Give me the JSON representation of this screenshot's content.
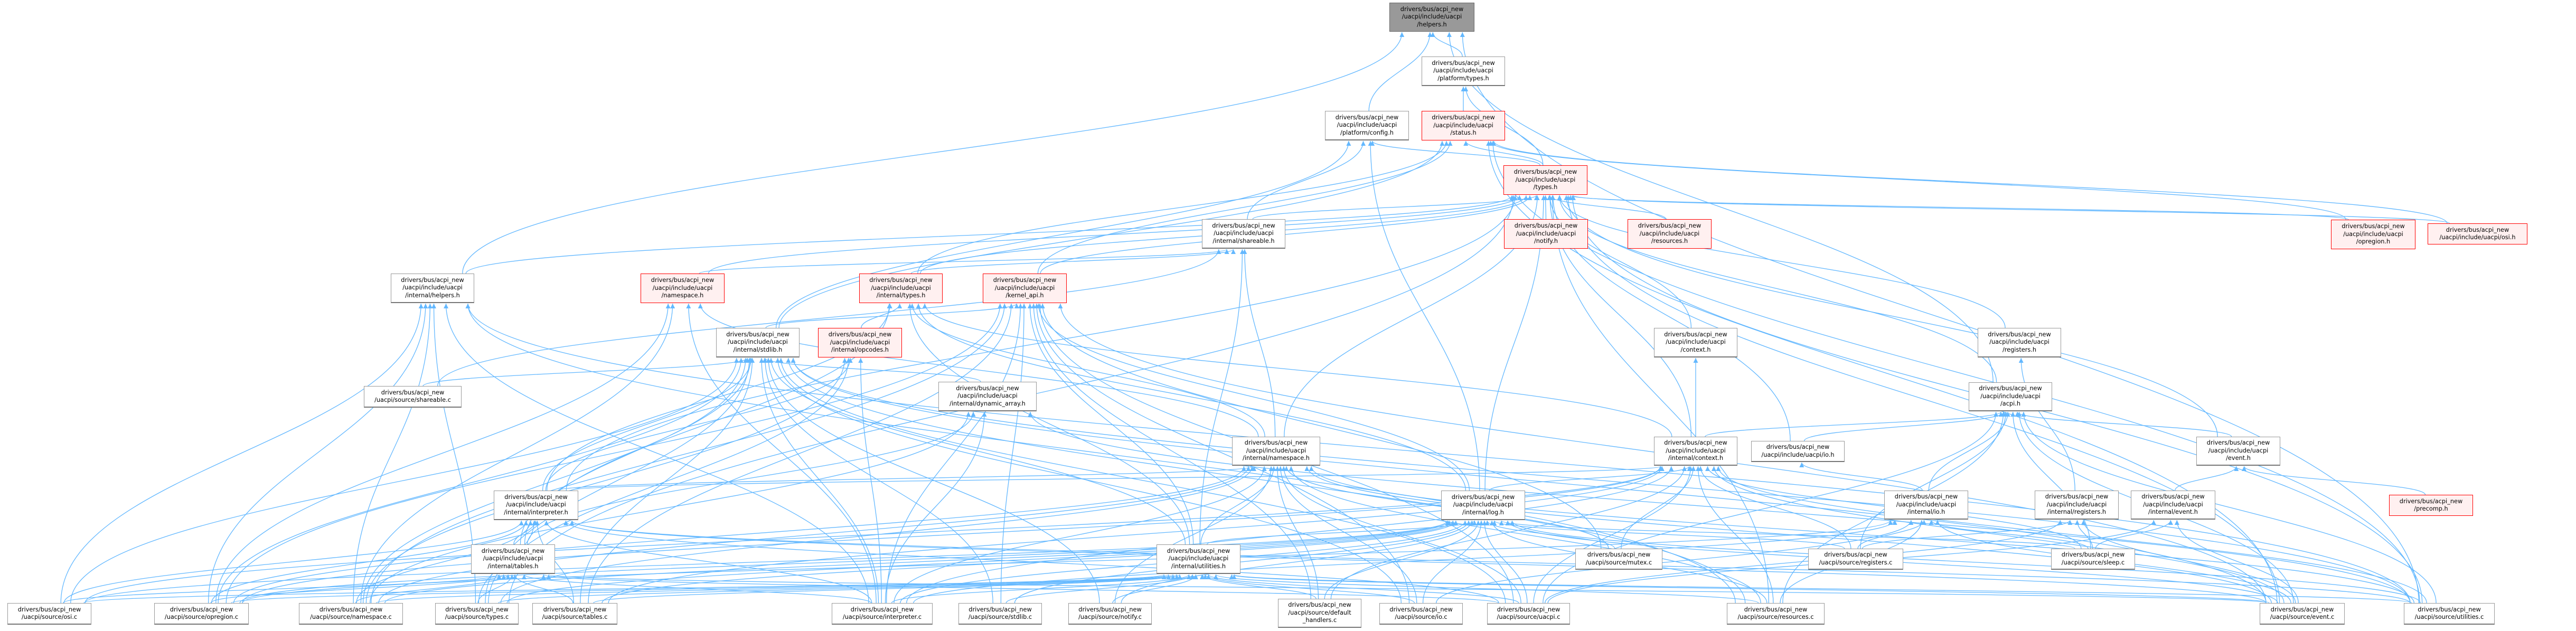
{
  "title": "drivers/bus/acpi_new/uacpi/include/uacpi/helpers.h",
  "colors": {
    "edge": "#63b8ff",
    "truncated_border": "#ff0000",
    "truncated_fill": "#fff0f0",
    "focus_fill": "#999999"
  },
  "nodes": [
    {
      "id": "h_helpers",
      "label": "drivers/bus/acpi_new\n/uacpi/include/uacpi\n/helpers.h",
      "kind": "focus"
    },
    {
      "id": "p_types",
      "label": "drivers/bus/acpi_new\n/uacpi/include/uacpi\n/platform/types.h",
      "kind": "normal"
    },
    {
      "id": "p_config",
      "label": "drivers/bus/acpi_new\n/uacpi/include/uacpi\n/platform/config.h",
      "kind": "normal"
    },
    {
      "id": "status",
      "label": "drivers/bus/acpi_new\n/uacpi/include/uacpi\n/status.h",
      "kind": "truncated"
    },
    {
      "id": "types",
      "label": "drivers/bus/acpi_new\n/uacpi/include/uacpi\n/types.h",
      "kind": "truncated"
    },
    {
      "id": "i_helpers",
      "label": "drivers/bus/acpi_new\n/uacpi/include/uacpi\n/internal/helpers.h",
      "kind": "normal"
    },
    {
      "id": "ns_h",
      "label": "drivers/bus/acpi_new\n/uacpi/include/uacpi\n/namespace.h",
      "kind": "truncated"
    },
    {
      "id": "i_types",
      "label": "drivers/bus/acpi_new\n/uacpi/include/uacpi\n/internal/types.h",
      "kind": "truncated"
    },
    {
      "id": "kernel",
      "label": "drivers/bus/acpi_new\n/uacpi/include/uacpi\n/kernel_api.h",
      "kind": "truncated"
    },
    {
      "id": "i_share",
      "label": "drivers/bus/acpi_new\n/uacpi/include/uacpi\n/internal/shareable.h",
      "kind": "normal"
    },
    {
      "id": "notify",
      "label": "drivers/bus/acpi_new\n/uacpi/include/uacpi\n/notify.h",
      "kind": "truncated"
    },
    {
      "id": "resources_h",
      "label": "drivers/bus/acpi_new\n/uacpi/include/uacpi\n/resources.h",
      "kind": "truncated"
    },
    {
      "id": "opregion_h",
      "label": "drivers/bus/acpi_new\n/uacpi/include/uacpi\n/opregion.h",
      "kind": "truncated"
    },
    {
      "id": "osi_h",
      "label": "drivers/bus/acpi_new\n/uacpi/include/uacpi/osi.h",
      "kind": "truncated"
    },
    {
      "id": "context_h",
      "label": "drivers/bus/acpi_new\n/uacpi/include/uacpi\n/context.h",
      "kind": "normal"
    },
    {
      "id": "registers_h",
      "label": "drivers/bus/acpi_new\n/uacpi/include/uacpi\n/registers.h",
      "kind": "normal"
    },
    {
      "id": "stdlib_h",
      "label": "drivers/bus/acpi_new\n/uacpi/include/uacpi\n/internal/stdlib.h",
      "kind": "normal"
    },
    {
      "id": "opcodes",
      "label": "drivers/bus/acpi_new\n/uacpi/include/uacpi\n/internal/opcodes.h",
      "kind": "truncated"
    },
    {
      "id": "dynarr",
      "label": "drivers/bus/acpi_new\n/uacpi/include/uacpi\n/internal/dynamic_array.h",
      "kind": "normal"
    },
    {
      "id": "acpi",
      "label": "drivers/bus/acpi_new\n/uacpi/include/uacpi\n/acpi.h",
      "kind": "normal"
    },
    {
      "id": "share_c",
      "label": "drivers/bus/acpi_new\n/uacpi/source/shareable.c",
      "kind": "normal"
    },
    {
      "id": "i_ns",
      "label": "drivers/bus/acpi_new\n/uacpi/include/uacpi\n/internal/namespace.h",
      "kind": "normal"
    },
    {
      "id": "i_ctx",
      "label": "drivers/bus/acpi_new\n/uacpi/include/uacpi\n/internal/context.h",
      "kind": "normal"
    },
    {
      "id": "io_h",
      "label": "drivers/bus/acpi_new\n/uacpi/include/uacpi/io.h",
      "kind": "normal"
    },
    {
      "id": "event_h",
      "label": "drivers/bus/acpi_new\n/uacpi/include/uacpi\n/event.h",
      "kind": "normal"
    },
    {
      "id": "interp_h",
      "label": "drivers/bus/acpi_new\n/uacpi/include/uacpi\n/internal/interpreter.h",
      "kind": "normal"
    },
    {
      "id": "log_h",
      "label": "drivers/bus/acpi_new\n/uacpi/include/uacpi\n/internal/log.h",
      "kind": "normal"
    },
    {
      "id": "i_io",
      "label": "drivers/bus/acpi_new\n/uacpi/include/uacpi\n/internal/io.h",
      "kind": "normal"
    },
    {
      "id": "i_regs",
      "label": "drivers/bus/acpi_new\n/uacpi/include/uacpi\n/internal/registers.h",
      "kind": "normal"
    },
    {
      "id": "i_event",
      "label": "drivers/bus/acpi_new\n/uacpi/include/uacpi\n/internal/event.h",
      "kind": "normal"
    },
    {
      "id": "precomp",
      "label": "drivers/bus/acpi_new\n/precomp.h",
      "kind": "truncated"
    },
    {
      "id": "tables_h",
      "label": "drivers/bus/acpi_new\n/uacpi/include/uacpi\n/internal/tables.h",
      "kind": "normal"
    },
    {
      "id": "util_h",
      "label": "drivers/bus/acpi_new\n/uacpi/include/uacpi\n/internal/utilities.h",
      "kind": "normal"
    },
    {
      "id": "mutex_c",
      "label": "drivers/bus/acpi_new\n/uacpi/source/mutex.c",
      "kind": "normal"
    },
    {
      "id": "regs_c",
      "label": "drivers/bus/acpi_new\n/uacpi/source/registers.c",
      "kind": "normal"
    },
    {
      "id": "sleep_c",
      "label": "drivers/bus/acpi_new\n/uacpi/source/sleep.c",
      "kind": "normal"
    },
    {
      "id": "osi_c",
      "label": "drivers/bus/acpi_new\n/uacpi/source/osi.c",
      "kind": "normal"
    },
    {
      "id": "opregion_c",
      "label": "drivers/bus/acpi_new\n/uacpi/source/opregion.c",
      "kind": "normal"
    },
    {
      "id": "ns_c",
      "label": "drivers/bus/acpi_new\n/uacpi/source/namespace.c",
      "kind": "normal"
    },
    {
      "id": "types_c",
      "label": "drivers/bus/acpi_new\n/uacpi/source/types.c",
      "kind": "normal"
    },
    {
      "id": "tables_c",
      "label": "drivers/bus/acpi_new\n/uacpi/source/tables.c",
      "kind": "normal"
    },
    {
      "id": "interp_c",
      "label": "drivers/bus/acpi_new\n/uacpi/source/interpreter.c",
      "kind": "normal"
    },
    {
      "id": "stdlib_c",
      "label": "drivers/bus/acpi_new\n/uacpi/source/stdlib.c",
      "kind": "normal"
    },
    {
      "id": "notify_c",
      "label": "drivers/bus/acpi_new\n/uacpi/source/notify.c",
      "kind": "normal"
    },
    {
      "id": "defh_c",
      "label": "drivers/bus/acpi_new\n/uacpi/source/default\n_handlers.c",
      "kind": "normal"
    },
    {
      "id": "io_c",
      "label": "drivers/bus/acpi_new\n/uacpi/source/io.c",
      "kind": "normal"
    },
    {
      "id": "uacpi_c",
      "label": "drivers/bus/acpi_new\n/uacpi/source/uacpi.c",
      "kind": "normal"
    },
    {
      "id": "resources_c",
      "label": "drivers/bus/acpi_new\n/uacpi/source/resources.c",
      "kind": "normal"
    },
    {
      "id": "event_c",
      "label": "drivers/bus/acpi_new\n/uacpi/source/event.c",
      "kind": "normal"
    },
    {
      "id": "util_c",
      "label": "drivers/bus/acpi_new\n/uacpi/source/utilities.c",
      "kind": "normal"
    }
  ],
  "edges": [
    [
      "p_types",
      "h_helpers"
    ],
    [
      "p_config",
      "h_helpers"
    ],
    [
      "i_helpers",
      "h_helpers"
    ],
    [
      "acpi",
      "h_helpers"
    ],
    [
      "util_c",
      "h_helpers"
    ],
    [
      "status",
      "p_types"
    ],
    [
      "types",
      "p_types"
    ],
    [
      "types",
      "status"
    ],
    [
      "types",
      "p_config"
    ],
    [
      "notify",
      "types"
    ],
    [
      "resources_h",
      "types"
    ],
    [
      "opregion_h",
      "types"
    ],
    [
      "osi_h",
      "types"
    ],
    [
      "opregion_h",
      "status"
    ],
    [
      "osi_h",
      "status"
    ],
    [
      "context_h",
      "types"
    ],
    [
      "registers_h",
      "types"
    ],
    [
      "i_share",
      "types"
    ],
    [
      "kernel",
      "types"
    ],
    [
      "kernel",
      "status"
    ],
    [
      "i_types",
      "types"
    ],
    [
      "i_types",
      "status"
    ],
    [
      "ns_h",
      "types"
    ],
    [
      "acpi",
      "types"
    ],
    [
      "event_h",
      "types"
    ],
    [
      "io_h",
      "types"
    ],
    [
      "i_ctx",
      "types"
    ],
    [
      "i_ns",
      "types"
    ],
    [
      "log_h",
      "types"
    ],
    [
      "stdlib_h",
      "p_config"
    ],
    [
      "stdlib_h",
      "status"
    ],
    [
      "i_share",
      "p_config"
    ],
    [
      "log_h",
      "p_config"
    ],
    [
      "interp_h",
      "types"
    ],
    [
      "i_helpers",
      "types"
    ],
    [
      "util_c",
      "types"
    ],
    [
      "resources_c",
      "types"
    ],
    [
      "event_c",
      "types"
    ],
    [
      "types_c",
      "types"
    ],
    [
      "util_c",
      "status"
    ],
    [
      "event_c",
      "status"
    ],
    [
      "i_types",
      "i_share"
    ],
    [
      "ns_h",
      "i_share"
    ],
    [
      "share_c",
      "i_share"
    ],
    [
      "i_ns",
      "i_share"
    ],
    [
      "util_h",
      "i_share"
    ],
    [
      "stdlib_h",
      "kernel"
    ],
    [
      "log_h",
      "kernel"
    ],
    [
      "io_c",
      "kernel"
    ],
    [
      "defh_c",
      "kernel"
    ],
    [
      "mutex_c",
      "kernel"
    ],
    [
      "util_h",
      "kernel"
    ],
    [
      "ns_c",
      "kernel"
    ],
    [
      "opregion_c",
      "kernel"
    ],
    [
      "interp_c",
      "kernel"
    ],
    [
      "stdlib_c",
      "kernel"
    ],
    [
      "uacpi_c",
      "kernel"
    ],
    [
      "event_c",
      "kernel"
    ],
    [
      "tables_c",
      "kernel"
    ],
    [
      "i_ns",
      "i_types"
    ],
    [
      "interp_h",
      "i_types"
    ],
    [
      "opcodes",
      "i_types"
    ],
    [
      "util_h",
      "i_types"
    ],
    [
      "i_ctx",
      "i_types"
    ],
    [
      "tables_h",
      "i_types"
    ],
    [
      "log_h",
      "i_types"
    ],
    [
      "types_c",
      "i_helpers"
    ],
    [
      "opregion_c",
      "i_helpers"
    ],
    [
      "interp_c",
      "i_helpers"
    ],
    [
      "ns_c",
      "i_helpers"
    ],
    [
      "osi_c",
      "i_helpers"
    ],
    [
      "util_c",
      "i_helpers"
    ],
    [
      "resources_c",
      "i_helpers"
    ],
    [
      "i_ns",
      "ns_h"
    ],
    [
      "ns_c",
      "ns_h"
    ],
    [
      "interp_c",
      "ns_h"
    ],
    [
      "opregion_c",
      "ns_h"
    ],
    [
      "osi_c",
      "stdlib_h"
    ],
    [
      "opregion_c",
      "stdlib_h"
    ],
    [
      "ns_c",
      "stdlib_h"
    ],
    [
      "types_c",
      "stdlib_h"
    ],
    [
      "tables_c",
      "stdlib_h"
    ],
    [
      "interp_c",
      "stdlib_h"
    ],
    [
      "stdlib_c",
      "stdlib_h"
    ],
    [
      "notify_c",
      "stdlib_h"
    ],
    [
      "uacpi_c",
      "stdlib_h"
    ],
    [
      "io_c",
      "stdlib_h"
    ],
    [
      "util_h",
      "stdlib_h"
    ],
    [
      "dynarr",
      "stdlib_h"
    ],
    [
      "interp_h",
      "stdlib_h"
    ],
    [
      "share_c",
      "stdlib_h"
    ],
    [
      "tables_h",
      "stdlib_h"
    ],
    [
      "resources_c",
      "stdlib_h"
    ],
    [
      "event_c",
      "stdlib_h"
    ],
    [
      "util_c",
      "stdlib_h"
    ],
    [
      "interp_c",
      "opcodes"
    ],
    [
      "ns_c",
      "opcodes"
    ],
    [
      "types_c",
      "opcodes"
    ],
    [
      "interp_h",
      "opcodes"
    ],
    [
      "interp_c",
      "dynarr"
    ],
    [
      "tables_h",
      "dynarr"
    ],
    [
      "ns_c",
      "dynarr"
    ],
    [
      "util_c",
      "dynarr"
    ],
    [
      "opregion_c",
      "i_ns"
    ],
    [
      "ns_c",
      "i_ns"
    ],
    [
      "types_c",
      "i_ns"
    ],
    [
      "interp_c",
      "i_ns"
    ],
    [
      "notify_c",
      "i_ns"
    ],
    [
      "defh_c",
      "i_ns"
    ],
    [
      "io_c",
      "i_ns"
    ],
    [
      "uacpi_c",
      "i_ns"
    ],
    [
      "event_c",
      "i_ns"
    ],
    [
      "resources_c",
      "i_ns"
    ],
    [
      "util_c",
      "i_ns"
    ],
    [
      "interp_h",
      "i_ns"
    ],
    [
      "util_h",
      "i_ns"
    ],
    [
      "mutex_c",
      "i_ns"
    ],
    [
      "interp_h",
      "i_ctx"
    ],
    [
      "log_h",
      "i_ctx"
    ],
    [
      "opregion_c",
      "i_ctx"
    ],
    [
      "interp_c",
      "i_ctx"
    ],
    [
      "uacpi_c",
      "i_ctx"
    ],
    [
      "event_c",
      "i_ctx"
    ],
    [
      "sleep_c",
      "i_ctx"
    ],
    [
      "regs_c",
      "i_ctx"
    ],
    [
      "util_c",
      "i_ctx"
    ],
    [
      "resources_c",
      "i_ctx"
    ],
    [
      "mutex_c",
      "i_ctx"
    ],
    [
      "tables_c",
      "i_ctx"
    ],
    [
      "osi_c",
      "i_ctx"
    ],
    [
      "defh_c",
      "i_ctx"
    ],
    [
      "i_ctx",
      "context_h"
    ],
    [
      "i_ctx",
      "acpi"
    ],
    [
      "io_h",
      "acpi"
    ],
    [
      "event_h",
      "acpi"
    ],
    [
      "i_io",
      "acpi"
    ],
    [
      "regs_c",
      "acpi"
    ],
    [
      "sleep_c",
      "acpi"
    ],
    [
      "event_c",
      "acpi"
    ],
    [
      "util_c",
      "acpi"
    ],
    [
      "resources_c",
      "acpi"
    ],
    [
      "uacpi_c",
      "acpi"
    ],
    [
      "i_regs",
      "registers_h"
    ],
    [
      "i_io",
      "io_h"
    ],
    [
      "i_event",
      "event_h"
    ],
    [
      "precomp",
      "event_h"
    ],
    [
      "tables_h",
      "interp_h"
    ],
    [
      "interp_c",
      "interp_h"
    ],
    [
      "ns_c",
      "interp_h"
    ],
    [
      "opregion_c",
      "interp_h"
    ],
    [
      "uacpi_c",
      "interp_h"
    ],
    [
      "event_c",
      "interp_h"
    ],
    [
      "types_c",
      "interp_h"
    ],
    [
      "tables_c",
      "interp_h"
    ],
    [
      "osi_c",
      "interp_h"
    ],
    [
      "util_c",
      "interp_h"
    ],
    [
      "osi_c",
      "log_h"
    ],
    [
      "opregion_c",
      "log_h"
    ],
    [
      "ns_c",
      "log_h"
    ],
    [
      "types_c",
      "log_h"
    ],
    [
      "tables_c",
      "log_h"
    ],
    [
      "interp_c",
      "log_h"
    ],
    [
      "stdlib_c",
      "log_h"
    ],
    [
      "notify_c",
      "log_h"
    ],
    [
      "defh_c",
      "log_h"
    ],
    [
      "io_c",
      "log_h"
    ],
    [
      "uacpi_c",
      "log_h"
    ],
    [
      "mutex_c",
      "log_h"
    ],
    [
      "regs_c",
      "log_h"
    ],
    [
      "sleep_c",
      "log_h"
    ],
    [
      "resources_c",
      "log_h"
    ],
    [
      "event_c",
      "log_h"
    ],
    [
      "util_c",
      "log_h"
    ],
    [
      "util_h",
      "log_h"
    ],
    [
      "regs_c",
      "i_io"
    ],
    [
      "sleep_c",
      "i_io"
    ],
    [
      "io_c",
      "i_io"
    ],
    [
      "resources_c",
      "i_io"
    ],
    [
      "opregion_c",
      "i_io"
    ],
    [
      "event_c",
      "i_io"
    ],
    [
      "interp_c",
      "i_io"
    ],
    [
      "regs_c",
      "i_regs"
    ],
    [
      "sleep_c",
      "i_regs"
    ],
    [
      "event_c",
      "i_regs"
    ],
    [
      "uacpi_c",
      "i_regs"
    ],
    [
      "sleep_c",
      "i_event"
    ],
    [
      "event_c",
      "i_event"
    ],
    [
      "uacpi_c",
      "i_event"
    ],
    [
      "tables_c",
      "tables_h"
    ],
    [
      "types_c",
      "tables_h"
    ],
    [
      "uacpi_c",
      "tables_h"
    ],
    [
      "osi_c",
      "tables_h"
    ],
    [
      "ns_c",
      "tables_h"
    ],
    [
      "interp_c",
      "tables_h"
    ],
    [
      "event_c",
      "tables_h"
    ],
    [
      "opregion_c",
      "tables_h"
    ],
    [
      "osi_c",
      "util_h"
    ],
    [
      "opregion_c",
      "util_h"
    ],
    [
      "ns_c",
      "util_h"
    ],
    [
      "types_c",
      "util_h"
    ],
    [
      "interp_c",
      "util_h"
    ],
    [
      "stdlib_c",
      "util_h"
    ],
    [
      "notify_c",
      "util_h"
    ],
    [
      "defh_c",
      "util_h"
    ],
    [
      "io_c",
      "util_h"
    ],
    [
      "uacpi_c",
      "util_h"
    ],
    [
      "resources_c",
      "util_h"
    ],
    [
      "event_c",
      "util_h"
    ],
    [
      "util_c",
      "util_h"
    ],
    [
      "tables_c",
      "util_h"
    ]
  ]
}
